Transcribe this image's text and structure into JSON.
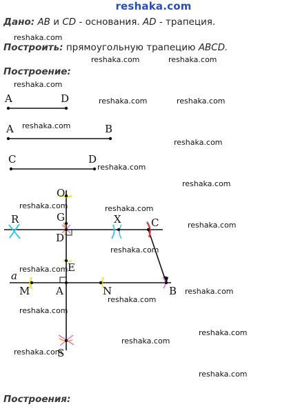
{
  "site": {
    "name": "reshaka.com"
  },
  "given": {
    "label": "Дано:",
    "ab": "AB",
    "and": "и",
    "cd": "CD",
    "bases": "- основания.",
    "ad": "AD",
    "trap": "- трапеция."
  },
  "construct": {
    "label": "Построить:",
    "text": "прямоугольную трапецию",
    "abcd": "ABCD."
  },
  "construction_heading": "Построение:",
  "constructions_footer": "Построения:",
  "watermarks": [
    "reshaka.com",
    "reshaka.com",
    "reshaka.com",
    "reshaka.com",
    "reshaka.com",
    "reshaka.com",
    "reshaka.com",
    "reshaka.com",
    "reshaka.com",
    "reshaka.com",
    "reshaka.com",
    "reshaka.com",
    "reshaka.com",
    "reshaka.com",
    "reshaka.com",
    "reshaka.com",
    "reshaka.com",
    "reshaka.com",
    "reshaka.com",
    "reshaka.com",
    "reshaka.com",
    "reshaka.com"
  ],
  "segments": {
    "ad": {
      "start": "A",
      "end": "D"
    },
    "ab": {
      "start": "A",
      "end": "B"
    },
    "cd": {
      "start": "C",
      "end": "D"
    }
  },
  "figure": {
    "points": {
      "O": "O",
      "G": "G",
      "R": "R",
      "X": "X",
      "C": "C",
      "D": "D",
      "E": "E",
      "a": "a",
      "M": "M",
      "A": "A",
      "N": "N",
      "B": "B",
      "S": "S"
    }
  },
  "colors": {
    "header": "#2a4fb0",
    "cyan": "#38c8e0",
    "yellow": "#f2e22a",
    "red": "#d63a3a",
    "pink": "#e46bd6",
    "orange": "#f0a020"
  }
}
